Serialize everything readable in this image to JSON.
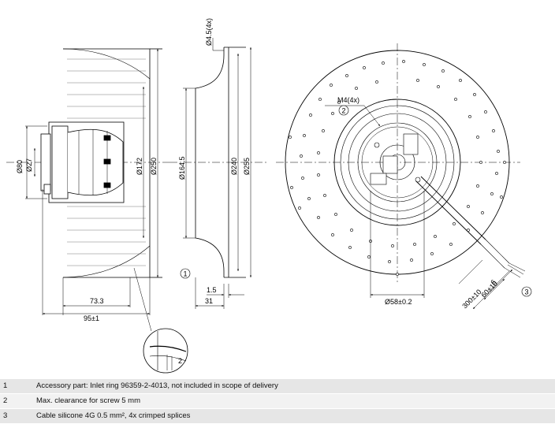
{
  "dimensions": {
    "d80": "Ø80",
    "d27": "Ø27",
    "d172": "Ø172",
    "d250": "Ø250",
    "d164_5": "Ø164.5",
    "d240": "Ø240",
    "d255": "Ø255",
    "w73_3": "73.3",
    "w95": "95±1",
    "w1_5": "1.5",
    "w31": "31",
    "hole": "Ø4.5(4x)",
    "m4": "M4(4x)",
    "d58": "Ø58±0.2",
    "cable300": "300±10",
    "cable60": "60±10",
    "cable6": "6",
    "gap2": "2"
  },
  "callouts": {
    "c1": "1",
    "c2": "2",
    "c3": "3"
  },
  "notes": [
    {
      "num": "1",
      "text": "Accessory part: Inlet ring 96359-2-4013, not included in scope of delivery"
    },
    {
      "num": "2",
      "text": "Max. clearance for screw 5 mm"
    },
    {
      "num": "3",
      "text": "Cable silicone 4G 0.5 mm², 4x crimped splices"
    }
  ]
}
